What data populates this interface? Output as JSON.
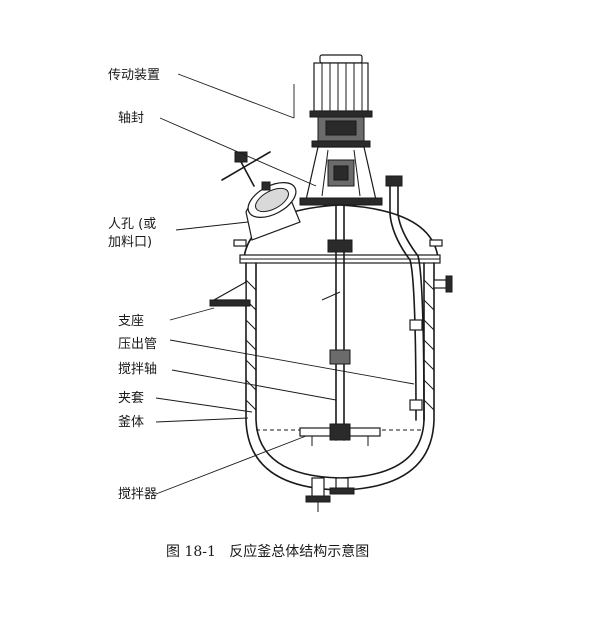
{
  "labels": {
    "drive_device": "传动装置",
    "shaft_seal": "轴封",
    "manhole_line1": "人孔 (或",
    "manhole_line2": "加料口)",
    "support": "支座",
    "discharge_pipe": "压出管",
    "agitator_shaft": "搅拌轴",
    "jacket": "夹套",
    "vessel_body": "釜体",
    "agitator": "搅拌器"
  },
  "caption": "图 18-1   反应釜总体结构示意图"
}
